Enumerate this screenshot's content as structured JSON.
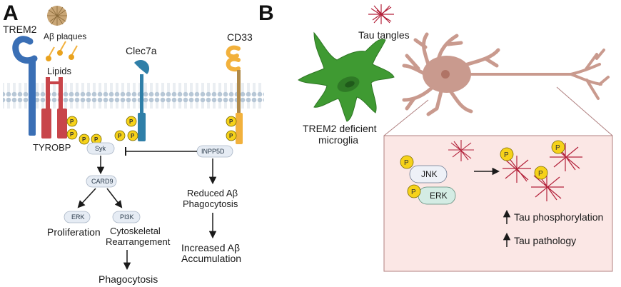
{
  "panel_a": {
    "letter": "A",
    "trem2": "TREM2",
    "abeta_plaques": "Aβ plaques",
    "lipids": "Lipids",
    "clec7a": "Clec7a",
    "cd33": "CD33",
    "tyrobp": "TYROBP",
    "p": "P",
    "syk": "Syk",
    "inpp5d": "INPP5D",
    "card9": "CARD9",
    "erk": "ERK",
    "pi3k": "PI3K",
    "proliferation": "Proliferation",
    "cytoskeletal_1": "Cytoskeletal",
    "cytoskeletal_2": "Rearrangement",
    "phagocytosis": "Phagocytosis",
    "reduced_1": "Reduced Aβ",
    "reduced_2": "Phagocytosis",
    "increased_1": "Increased Aβ",
    "increased_2": "Accumulation"
  },
  "panel_b": {
    "letter": "B",
    "tau_tangles": "Tau tangles",
    "microglia_1": "TREM2 deficient",
    "microglia_2": "microglia",
    "jnk": "JNK",
    "erk": "ERK",
    "p": "P",
    "tau_phos": "Tau phosphorylation",
    "tau_path": "Tau pathology"
  },
  "colors": {
    "membrane": "#aebfd0",
    "trem2": "#3a6fb5",
    "tyrobp": "#c8454a",
    "cd33": "#f2b13c",
    "clec7a": "#2f7fa8",
    "phospho": "#f6d21a",
    "pill": "#e6ecf4",
    "microglia": "#3f9a32",
    "neuron": "#c99a8e",
    "inset_bg": "#fbe7e5",
    "tau": "#b3213a"
  }
}
